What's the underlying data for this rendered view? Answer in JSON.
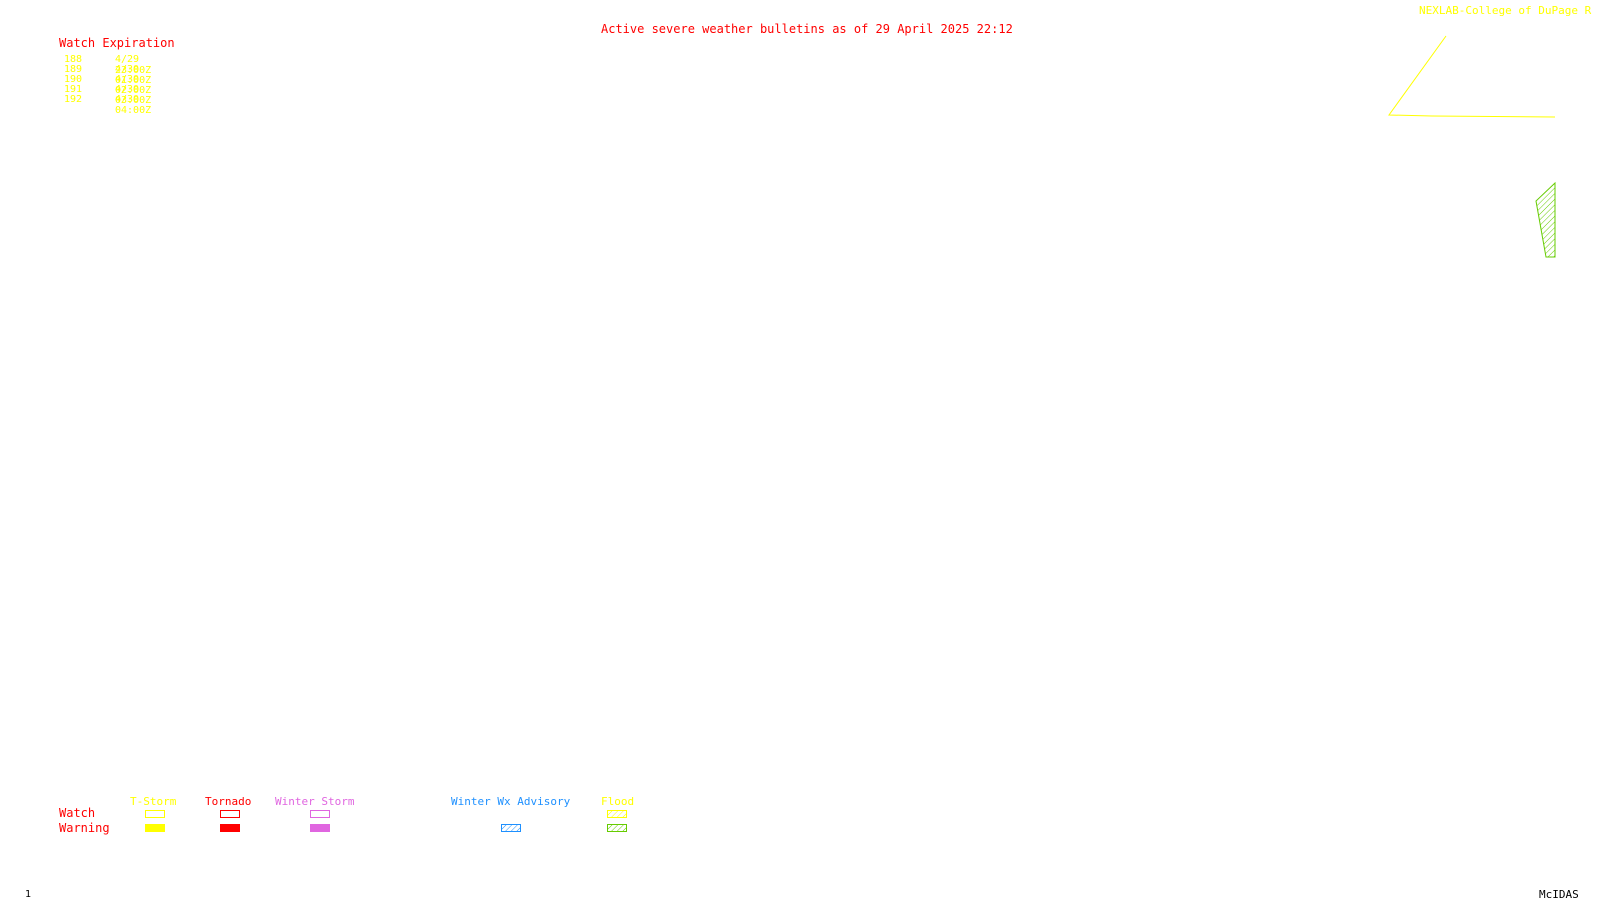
{
  "title": "Active severe weather bulletins as of 29 April 2025 22:12",
  "credit": "NEXLAB-College of DuPage R",
  "watch_table": {
    "header": "Watch Expiration",
    "rows": [
      {
        "number": "188",
        "expiration": "4/29 23:00Z"
      },
      {
        "number": "189",
        "expiration": "4/30 01:00Z"
      },
      {
        "number": "190",
        "expiration": "4/30 02:00Z"
      },
      {
        "number": "191",
        "expiration": "4/30 03:00Z"
      },
      {
        "number": "192",
        "expiration": "4/30 04:00Z"
      }
    ]
  },
  "legend": {
    "row_labels": {
      "watch": "Watch",
      "warning": "Warning"
    },
    "categories": [
      {
        "label": "T-Storm",
        "color": "#ffff00"
      },
      {
        "label": "Tornado",
        "color": "#ff0000"
      },
      {
        "label": "Winter Storm",
        "color": "#e066e0"
      },
      {
        "label": "Winter Wx Advisory",
        "color": "#1e90ff"
      },
      {
        "label": "Flood",
        "color": "#ffff00",
        "warning_color": "#66cc00"
      }
    ]
  },
  "map_colors": {
    "watch_outline": "#ffff00",
    "flood_warning": "#66cc00"
  },
  "footer": {
    "page": "1",
    "software": "McIDAS"
  }
}
